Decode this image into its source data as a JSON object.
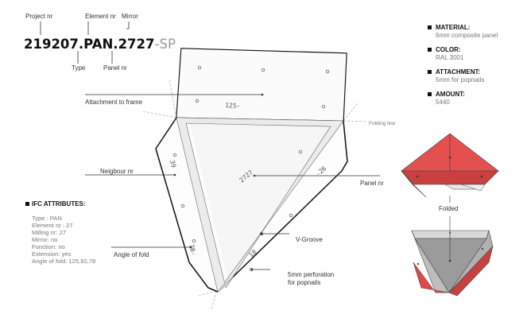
{
  "header": {
    "code_main": "219207.PAN.2727",
    "code_suffix": "-SP",
    "labels": {
      "project_nr": "Project nr",
      "element_nr": "Element nr",
      "mirror": "Mirror",
      "type": "Type",
      "panel_nr": "Panel nr"
    }
  },
  "specs": [
    {
      "title": "MATERIAL:",
      "value": "6mm composite panel"
    },
    {
      "title": "COLOR:",
      "value": "RAL 3001"
    },
    {
      "title": "ATTACHMENT:",
      "value": "5mm for popnails"
    },
    {
      "title": "AMOUNT:",
      "value": "5440"
    }
  ],
  "ifc": {
    "title": "IFC ATTRIBUTES:",
    "lines": [
      "Type : PAN",
      "Element nr : 27",
      "Milling nr: 27",
      "Mirror: no",
      "Function: no",
      "Extension: yes",
      "Angle of fold: 125,92,78"
    ]
  },
  "callouts": {
    "attachment": "Attachment to frame",
    "folding_line": "Folding line",
    "neighbour": "Neigbour nr",
    "panel_nr": "Panel nr",
    "vgroove": "V-Groove",
    "angle": "Angle of fold",
    "perforation_1": "5mm perforation",
    "perforation_2": "for popnails",
    "folded": "Folded"
  },
  "panel_marks": {
    "top_flap": "125-",
    "center": "2727",
    "right": "-26",
    "left": "39",
    "left_angle": "78-",
    "bottom": "18"
  },
  "colors": {
    "red": "#e04848",
    "red_dark": "#b83636",
    "gray": "#9a9a9a",
    "light": "#f3f3f3"
  }
}
